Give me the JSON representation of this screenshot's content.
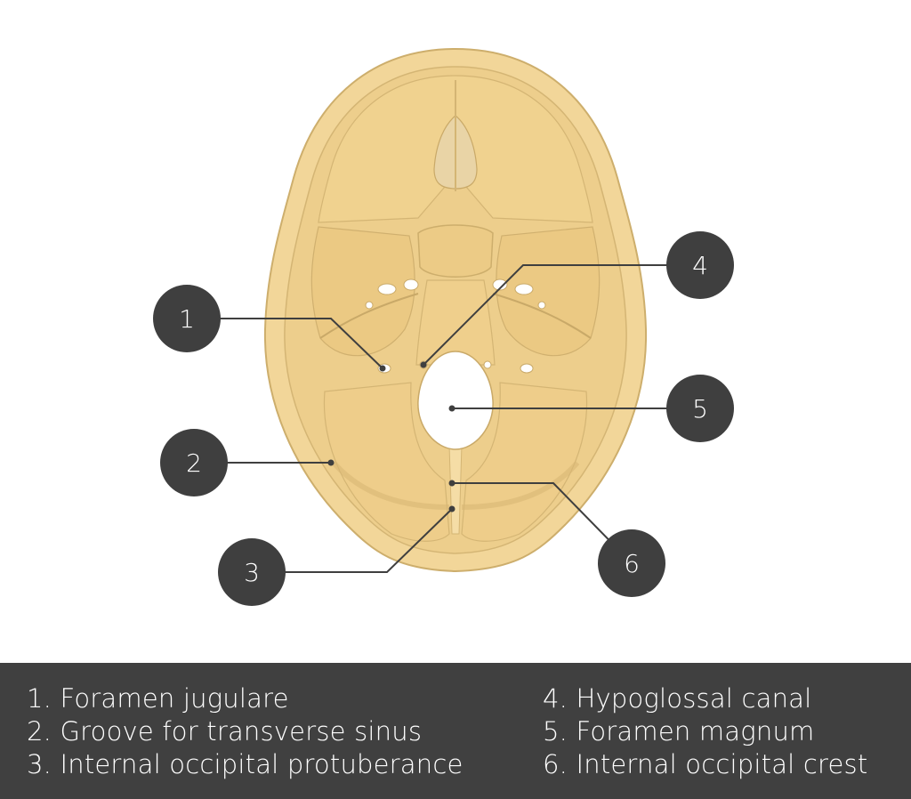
{
  "colors": {
    "bone": "#F2D699",
    "bone_shade": "#E8C67F",
    "bone_outline": "#CDAE6C",
    "callout": "#3F3F3F",
    "legend_bg": "#404040"
  },
  "callouts": [
    {
      "number": "1"
    },
    {
      "number": "2"
    },
    {
      "number": "3"
    },
    {
      "number": "4"
    },
    {
      "number": "5"
    },
    {
      "number": "6"
    }
  ],
  "legend": {
    "left": [
      "1.  Foramen jugulare",
      "2. Groove for transverse sinus",
      "3. Internal occipital protuberance"
    ],
    "right": [
      "4. Hypoglossal canal",
      "5. Foramen magnum",
      "6. Internal occipital crest"
    ]
  }
}
